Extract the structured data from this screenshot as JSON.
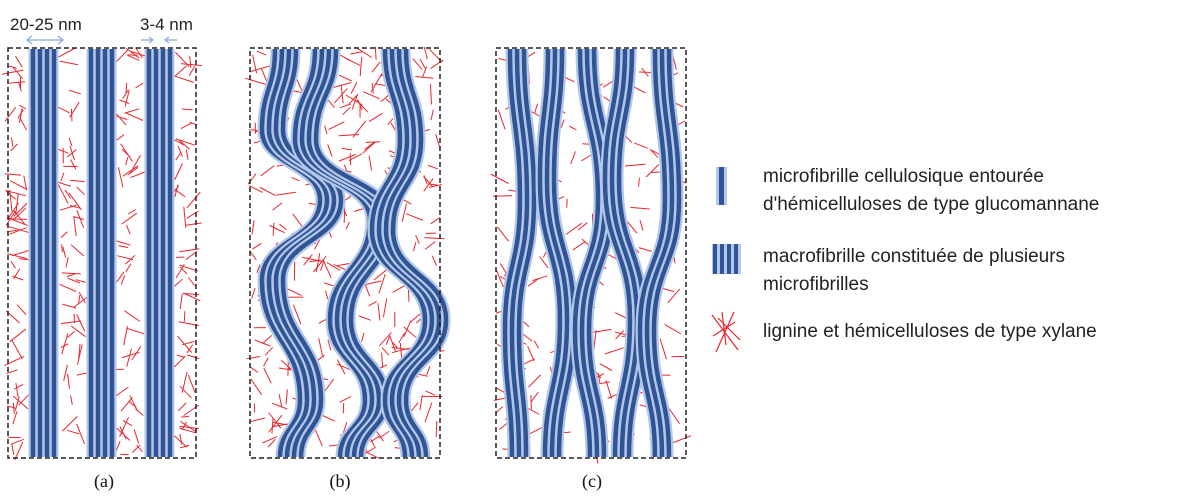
{
  "dimensions": {
    "macro_width": "20-25 nm",
    "micro_width": "3-4 nm"
  },
  "panels": [
    {
      "label": "(a)"
    },
    {
      "label": "(b)"
    },
    {
      "label": "(c)"
    }
  ],
  "legend": [
    {
      "lines": [
        "microfibrille cellulosique entourée",
        "d'hémicelluloses de type glucomannane"
      ],
      "icon": "microfibril-icon"
    },
    {
      "lines": [
        "macrofibrille constituée de plusieurs",
        "microfibrilles"
      ],
      "icon": "macrofibril-icon"
    },
    {
      "lines": [
        "lignine et hémicelluloses de type xylane"
      ],
      "icon": "lignin-icon"
    }
  ],
  "colors": {
    "fibril_dark": "#2f5597",
    "fibril_halo": "#b4c7e7",
    "lignin": "#e8262c",
    "frame": "#222222"
  }
}
